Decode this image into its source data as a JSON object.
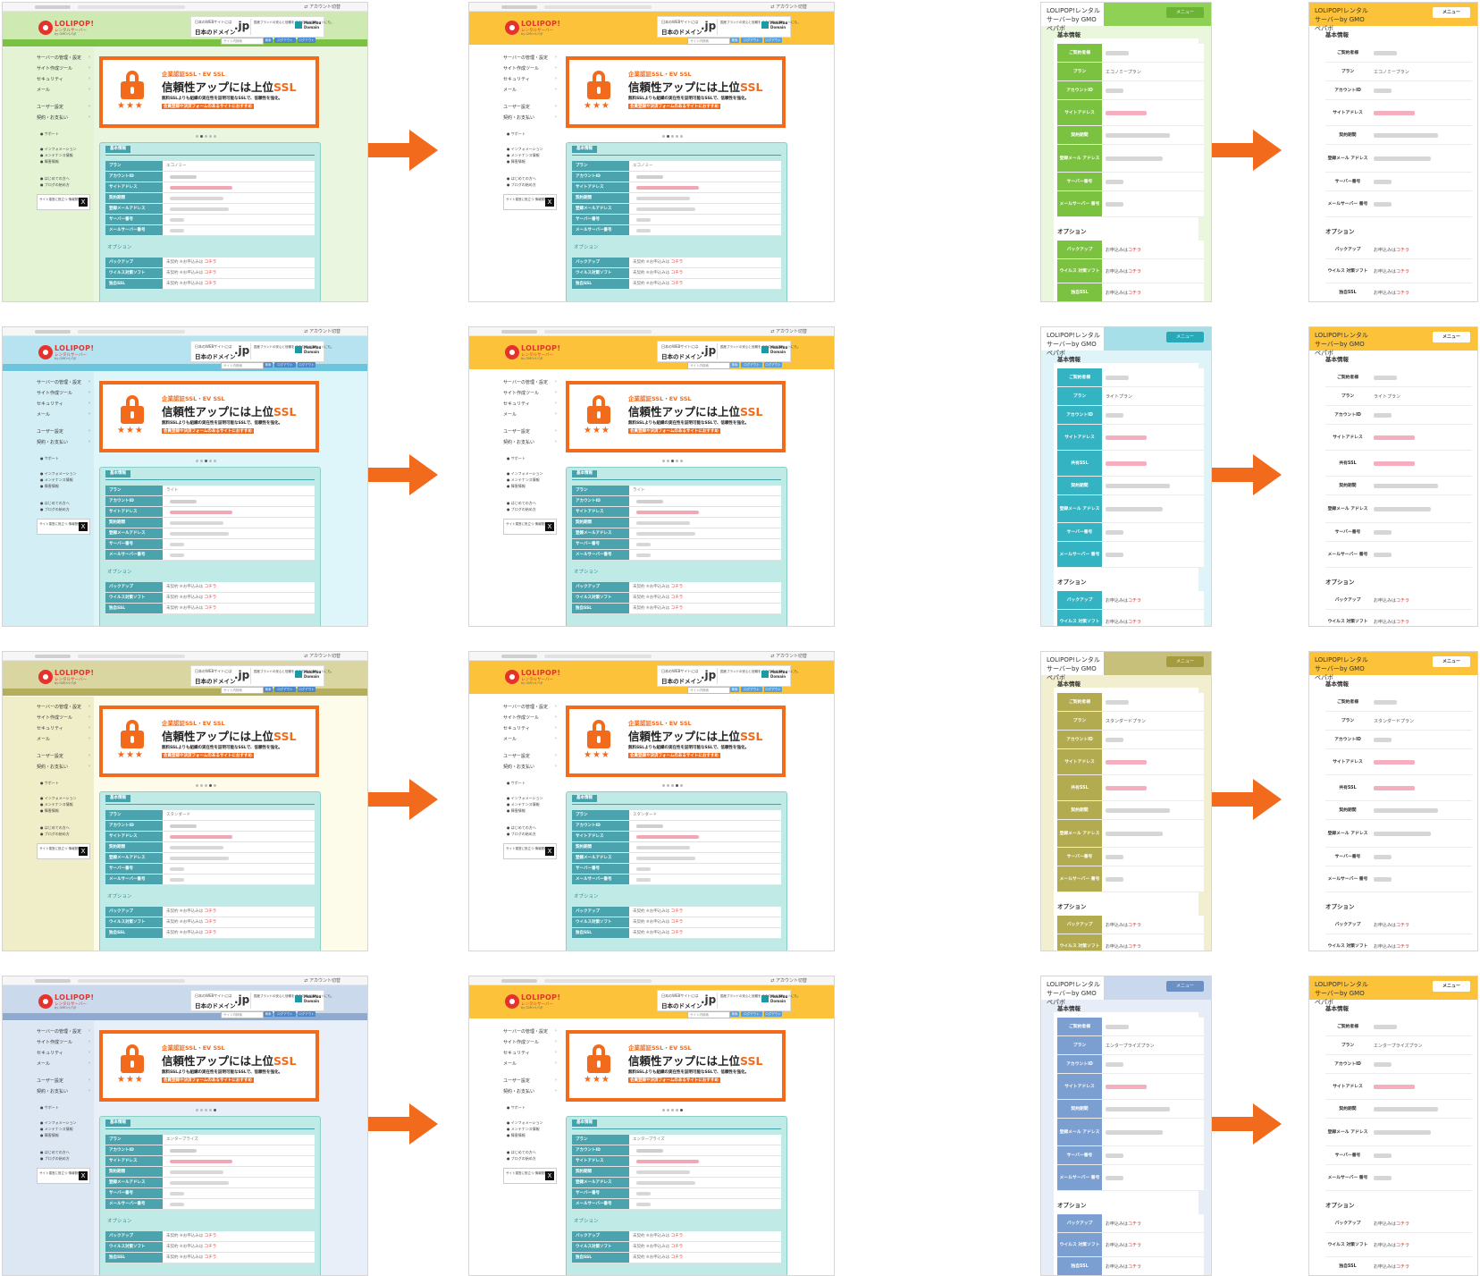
{
  "desktop": {
    "account_switch": "アカウント切替",
    "logo": {
      "brand": "LOLIPOP!",
      "sub": "レンタルサーバー",
      "by": "by GMOペパボ"
    },
    "domain_ad": {
      "line1": "日本のWEBサイトには",
      "line2": "日本のドメイン",
      "jp": ".jp",
      "line3": "国産ブランドの安心と信頼を あなたのWEBサイトにも。",
      "muumuu": "MuuMuu Domain"
    },
    "search_placeholder": "サイト内検索",
    "search_buttons": [
      "検索",
      "ログアウト",
      "ログアウト"
    ],
    "nav": {
      "server": "サーバーの管理・設定",
      "tools": "サイト作成ツール",
      "security": "セキュリティ",
      "mail": "メール",
      "user": "ユーザー設定",
      "contract": "契約・お支払い",
      "support": "サポート",
      "info": "インフォメーション",
      "maintenance": "メンテナンス情報",
      "failure": "障害情報",
      "beginner": "はじめての方へ",
      "blog": "ブログの始め方",
      "x_promo": "サイト運営に役立つ 情報発信中！",
      "x_icon": "X"
    },
    "banner": {
      "t1": "企業認証SSL・EV SSL",
      "t2a": "信頼性アップには上位",
      "t2b": "SSL",
      "t3": "無料SSLよりも組織の実在性を証明可能なSSLで、信頼性を強化。",
      "t4": "会員登録や決済フォームのあるサイトにおすすめ",
      "stars": "★★★"
    },
    "basic_info_heading": "基本情報",
    "labels": {
      "plan": "プラン",
      "account_id": "アカウントID",
      "site_address": "サイトアドレス",
      "period": "契約期間",
      "email": "登録メールアドレス",
      "server_no": "サーバー番号",
      "mail_server_no": "メールサーバー番号"
    },
    "options_heading": "オプション",
    "option_rows": [
      {
        "label": "バックアップ",
        "status": "未契約",
        "apply": "※お申込みは",
        "link": "コチラ"
      },
      {
        "label": "ウイルス対策ソフト",
        "status": "未契約",
        "apply": "※お申込みは",
        "link": "コチラ"
      },
      {
        "label": "独自SSL",
        "status": "未契約",
        "apply": "※お申込みは",
        "link": "コチラ"
      }
    ],
    "plans": [
      "エコノミー",
      "ライト",
      "スタンダード",
      "エンタープライズ"
    ],
    "themes": [
      {
        "header": "#cfe9b2",
        "header_bar": "#7bc243",
        "sidebar": "#e3f3d4",
        "body": "#eaf6df"
      },
      {
        "header": "#b7e3f1",
        "header_bar": "#6cc4dd",
        "sidebar": "#d3eef5",
        "body": "#def5fa"
      },
      {
        "header": "#d9d6a2",
        "header_bar": "#b3ad5c",
        "sidebar": "#f0eec8",
        "body": "#fdfbe9"
      },
      {
        "header": "#cbd9ed",
        "header_bar": "#8fa9cf",
        "sidebar": "#dde7f4",
        "body": "#e8eff9"
      }
    ],
    "new_theme": {
      "header": "#fcc33a",
      "sidebar": "#ffffff",
      "body": "#ffffff"
    }
  },
  "mobile": {
    "menu_label": "メニュー",
    "basic_info_heading": "基本情報",
    "labels": {
      "holder": "ご契約者様",
      "plan": "プラン",
      "account_id": "アカウントID",
      "site_address": "サイトアドレス",
      "shared_ssl": "共有SSL",
      "period": "契約期間",
      "email": "登録メール アドレス",
      "server_no": "サーバー番号",
      "mail_server_no": "メールサーバー 番号",
      "backup": "バックアップ",
      "virus": "ウイルス 対策ソフト",
      "ssl": "独自SSL"
    },
    "options_heading": "オプション",
    "apply_text": "お申込みは",
    "apply_link": "コチラ",
    "plans": [
      "エコノミープラン",
      "ライトプラン",
      "スタンダードプラン",
      "エンタープライズプラン"
    ],
    "themes": [
      {
        "header": "#8ed155",
        "label_bg": "#7cc241",
        "bg": "#eaf7dc",
        "menu": "#6bb334"
      },
      {
        "header": "#a7dfe9",
        "label_bg": "#34b3c2",
        "bg": "#dff4f8",
        "menu": "#29a9b8"
      },
      {
        "header": "#c7c07a",
        "label_bg": "#b2ab4f",
        "bg": "#f2efd1",
        "menu": "#a39b3d"
      },
      {
        "header": "#c9d8ec",
        "label_bg": "#7c9fd1",
        "bg": "#e6edf7",
        "menu": "#6d90c4"
      }
    ],
    "new_theme": {
      "header": "#fcc33a",
      "menu_bg": "#ffffff",
      "menu_text": "#333333",
      "label_text": "#333333"
    }
  },
  "arrow_color": "#f26a1b"
}
